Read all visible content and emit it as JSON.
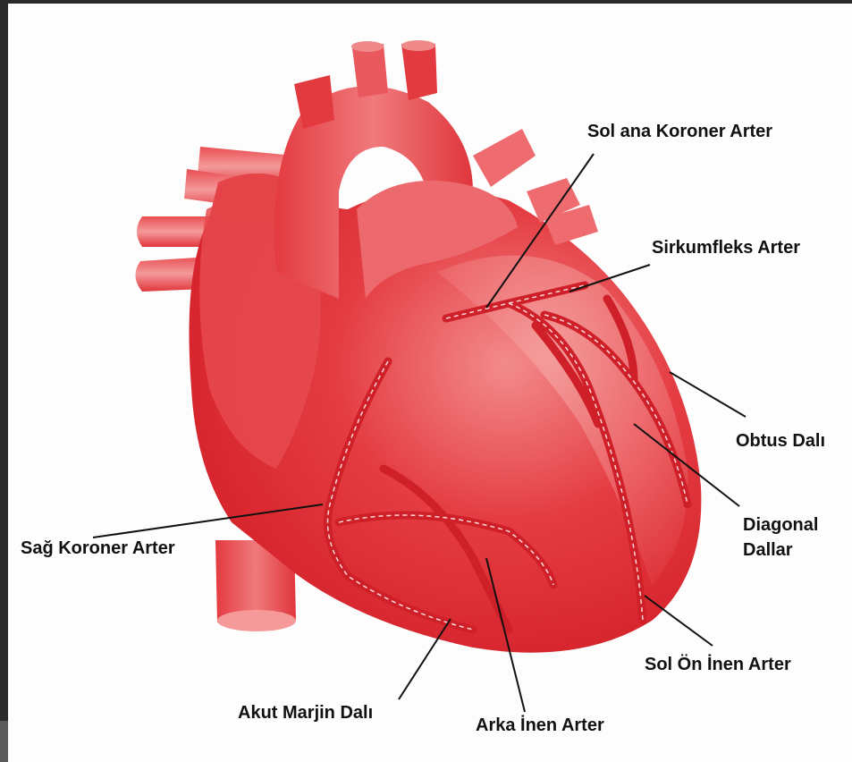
{
  "labels": {
    "sol_ana": "Sol ana Koroner Arter",
    "sirkumfleks": "Sirkumfleks Arter",
    "obtus": "Obtus Dalı",
    "diagonal_1": "Diagonal",
    "diagonal_2": "Dallar",
    "sag_koroner": "Sağ Koroner Arter",
    "sol_on": "Sol Ön İnen Arter",
    "akut": "Akut Marjin Dalı",
    "arka": "Arka İnen Arter"
  },
  "colors": {
    "heart": "#e43c42",
    "artery": "#cf1f28",
    "label_text": "#111111",
    "background": "#fdfdfd"
  }
}
